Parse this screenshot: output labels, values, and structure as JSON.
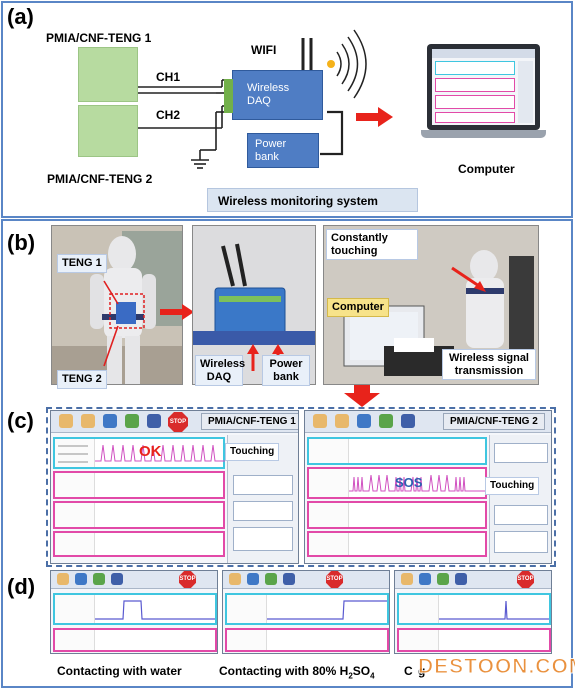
{
  "panel_a": {
    "letter": "(a)",
    "teng1_label": "PMIA/CNF-TENG 1",
    "teng2_label": "PMIA/CNF-TENG 2",
    "ch1_label": "CH1",
    "ch2_label": "CH2",
    "wifi_label": "WIFI",
    "daq_label": "Wireless DAQ",
    "power_label": "Power bank",
    "computer_label": "Computer",
    "system_caption": "Wireless monitoring system",
    "colors": {
      "teng": "#b7dba0",
      "daq": "#4f7dc4",
      "arrow": "#e8231b",
      "caption_bg": "#dbe5f1"
    }
  },
  "panel_b": {
    "letter": "(b)",
    "teng1": "TENG 1",
    "teng2": "TENG 2",
    "daq": "Wireless DAQ",
    "power": "Power bank",
    "touching": "Constantly touching",
    "computer": "Computer",
    "transmission": "Wireless signal transmission"
  },
  "panel_c": {
    "letter": "(c)",
    "left": {
      "title": "PMIA/CNF-TENG 1",
      "signal": "OK",
      "touching": "Touching"
    },
    "right": {
      "title": "PMIA/CNF-TENG 2",
      "signal": "SOS",
      "touching": "Touching"
    },
    "stop": "STOP"
  },
  "panel_d": {
    "letter": "(d)",
    "caption1": "Contacting with water",
    "caption2_prefix": "Contacting with 80% H",
    "caption2_sub1": "2",
    "caption2_mid": "SO",
    "caption2_sub2": "4",
    "caption3_fragment": "C",
    "caption3_tail": "g",
    "stop": "STOP"
  },
  "watermark": "DESTOON.COM"
}
